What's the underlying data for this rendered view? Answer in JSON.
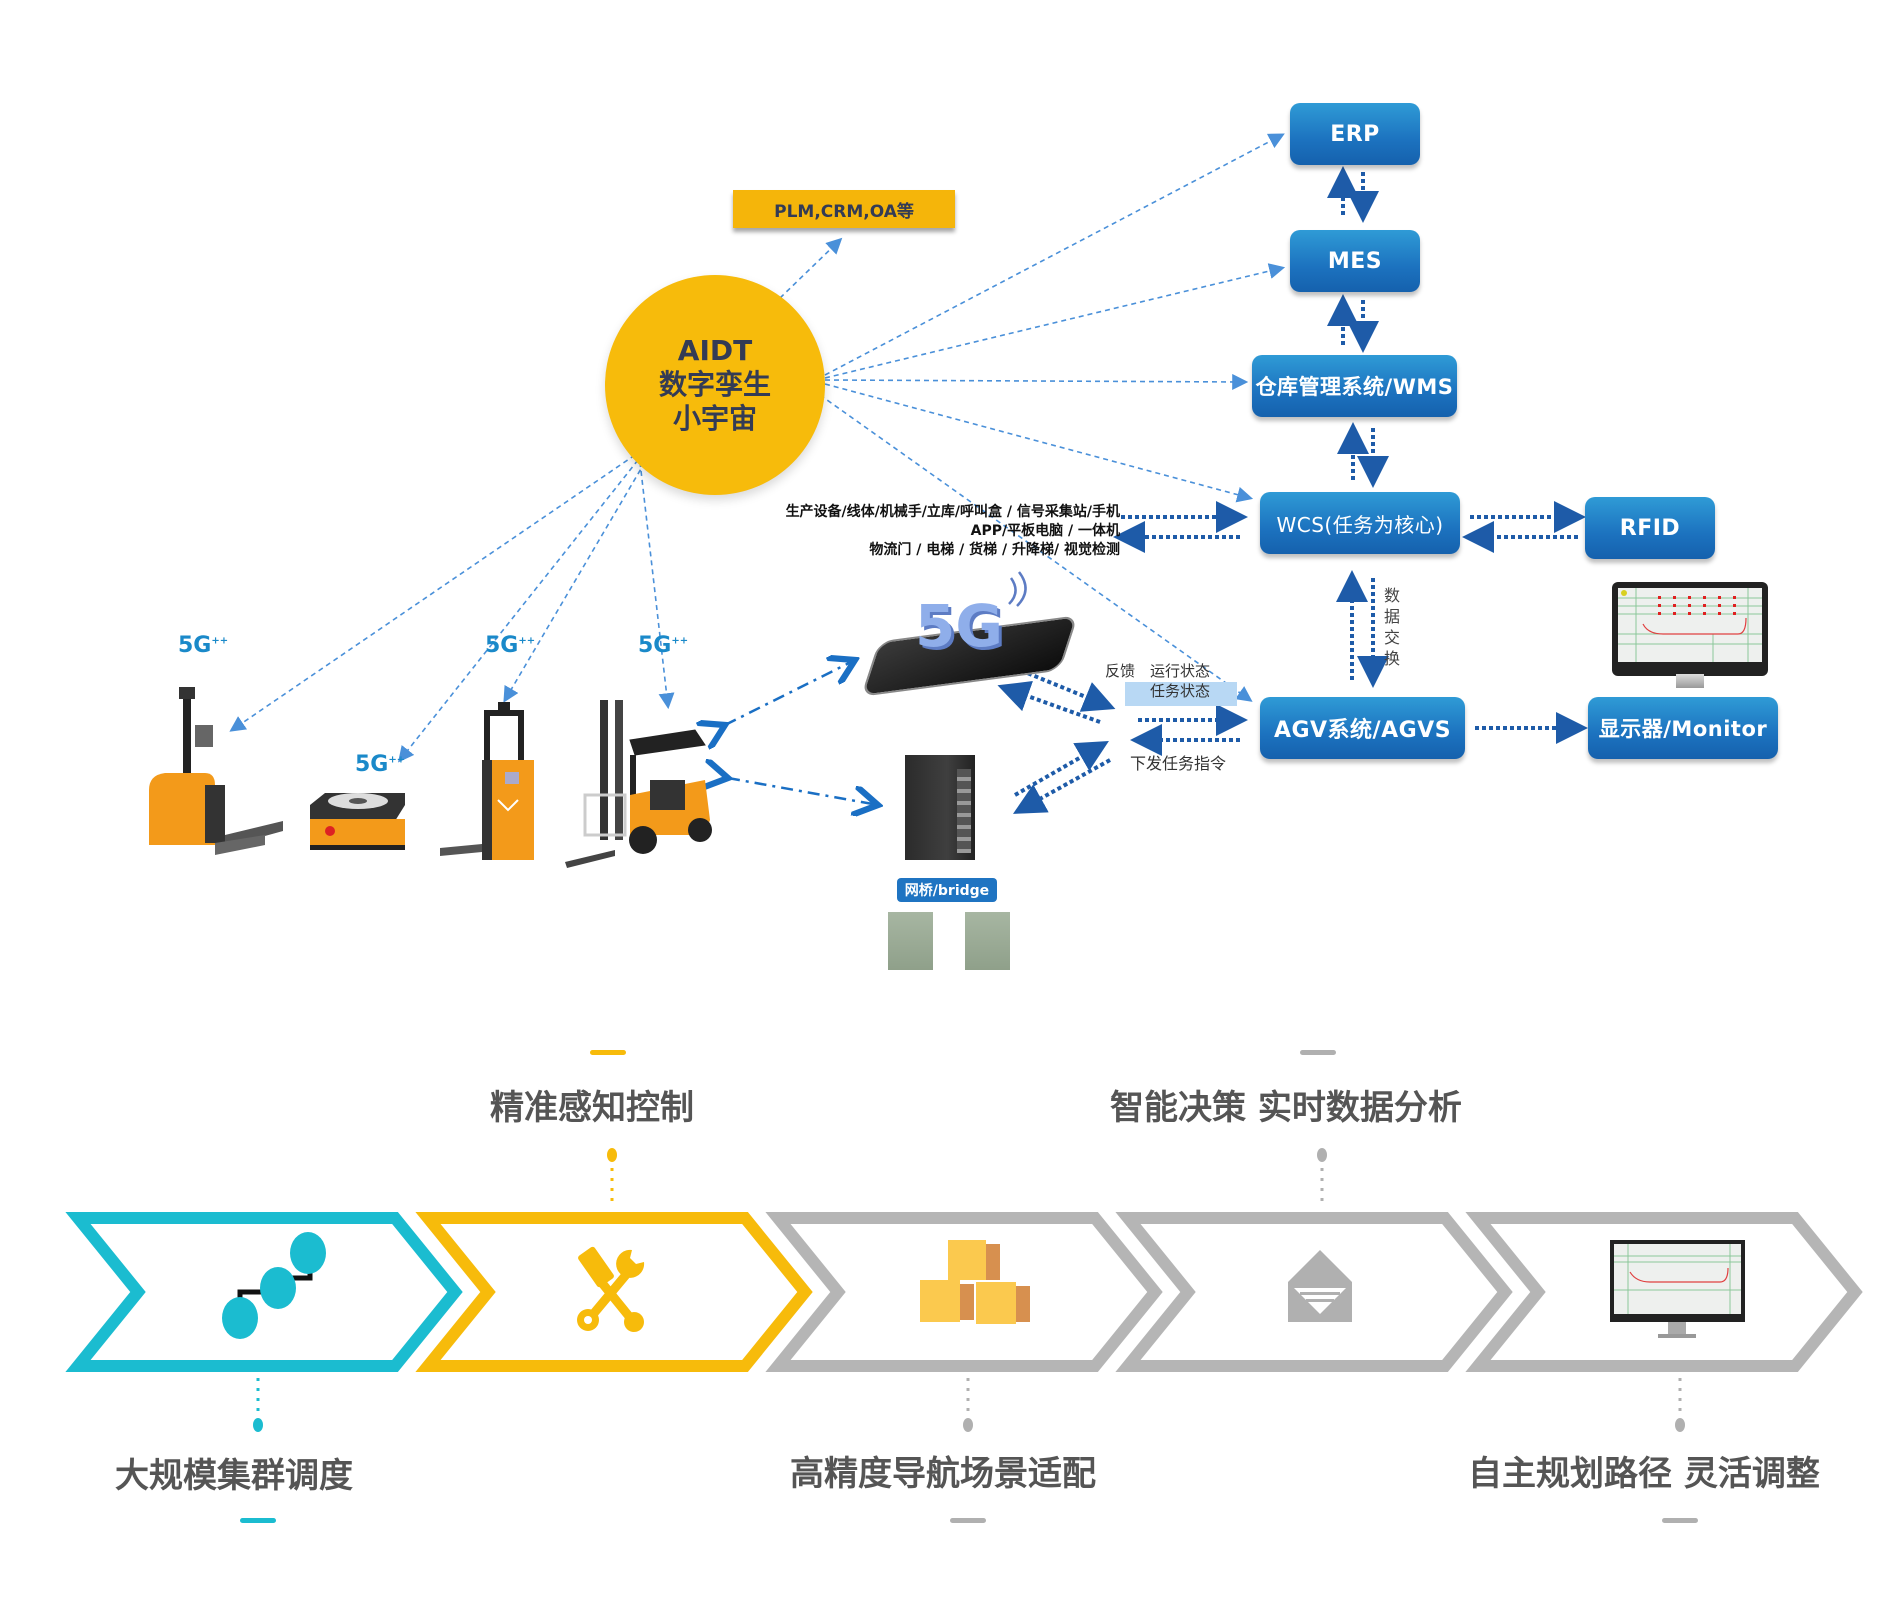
{
  "hub": {
    "line1": "AIDT",
    "line2": "数字孪生",
    "line3": "小宇宙",
    "color": "#f7bb0b"
  },
  "top_tag": "PLM,CRM,OA等",
  "systems": {
    "erp": "ERP",
    "mes": "MES",
    "wms": "仓库管理系统/WMS",
    "wcs": "WCS(任务为核心)",
    "rfid": "RFID",
    "agvs": "AGV系统/AGVS",
    "monitor": "显示器/Monitor"
  },
  "devices_text": {
    "line1": "生产设备/线体/机械手/立库/呼叫盒 / 信号采集站/手机",
    "line2": "APP/平板电脑 / 一体机",
    "line3": "物流门 / 电梯 / 货梯 / 升降梯/ 视觉检测"
  },
  "data_exchange_label": [
    "数",
    "据",
    "交",
    "换"
  ],
  "agv_labels": {
    "feedback": "反馈",
    "run_status": "运行状态",
    "task_status": "任务状态",
    "dispatch": "下发任务指令"
  },
  "network": {
    "phone_label": "5G",
    "bridge_label": "网桥/bridge",
    "fiveg_badge": "5G",
    "fiveg_sup": "++"
  },
  "vehicles": [
    {
      "name": "pallet-stacker"
    },
    {
      "name": "latent-agv"
    },
    {
      "name": "forklift-agv"
    },
    {
      "name": "counterbalance-forklift"
    }
  ],
  "features": {
    "top": [
      {
        "label": "精准感知控制",
        "color": "#f7bb0b"
      },
      {
        "label": "智能决策 实时数据分析",
        "color": "#aaaaaa"
      }
    ],
    "bottom": [
      {
        "label": "大规模集群调度",
        "color": "#1bbcd0"
      },
      {
        "label": "高精度导航场景适配",
        "color": "#aaaaaa"
      },
      {
        "label": "自主规划路径 灵活调整",
        "color": "#aaaaaa"
      }
    ],
    "steps": [
      {
        "icon": "cluster-nodes-icon",
        "color": "#1bbcd0"
      },
      {
        "icon": "tools-icon",
        "color": "#f7bb0b"
      },
      {
        "icon": "boxes-icon",
        "color": "#b5b5b5"
      },
      {
        "icon": "envelope-icon",
        "color": "#b5b5b5"
      },
      {
        "icon": "monitor-icon",
        "color": "#b5b5b5"
      }
    ]
  },
  "colors": {
    "system_blue": "#1c72bf",
    "arrow_blue": "#1e5ba8",
    "dashed_light": "#4a90d9"
  }
}
